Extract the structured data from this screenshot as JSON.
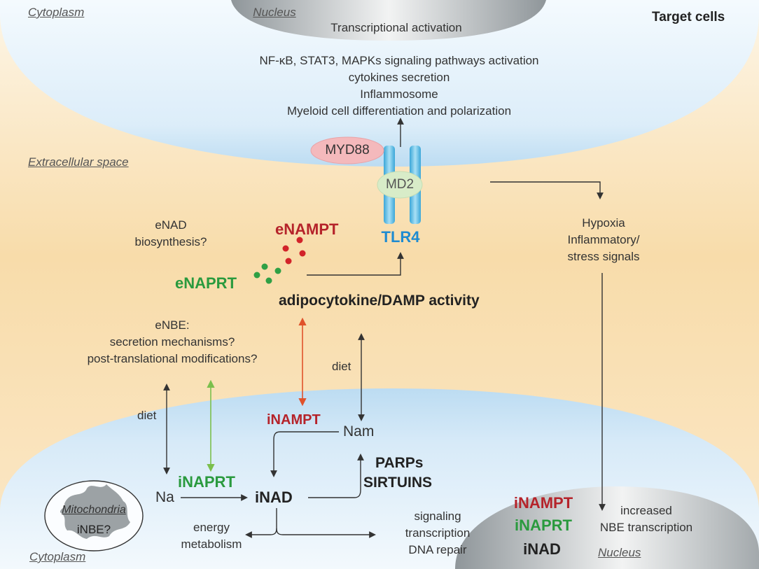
{
  "colors": {
    "background_top": "#fdf3df",
    "background_mid": "#f7d8a6",
    "cell_blue": "#cfe6f6",
    "cell_blue_edge": "#eaf5fc",
    "nucleus_gray": "#9da3a6",
    "red": "#b5232a",
    "green": "#2a9a3e",
    "blue": "#1e8bd1",
    "tlr4_blue": "#55bde6",
    "md2_green": "#d6ebc6",
    "myd88_pink": "#f3b8bb",
    "orange_arrow": "#e0522b",
    "green_arrow": "#7bbf4c"
  },
  "labels": {
    "cytoplasm_top": "Cytoplasm",
    "nucleus_top": "Nucleus",
    "transcriptional_activation": "Transcriptional activation",
    "target_cells": "Target cells",
    "signaling_lines": [
      "NF-κB, STAT3, MAPKs signaling pathways activation",
      "cytokines secretion",
      "Inflammosome",
      "Myeloid cell differentiation and polarization"
    ],
    "myd88": "MYD88",
    "md2": "MD2",
    "tlr4": "TLR4",
    "extracellular_space": "Extracellular space",
    "enad_biosynthesis": [
      "eNAD",
      "biosynthesis?"
    ],
    "enampt": "eNAMPT",
    "enaprt": "eNAPRT",
    "hypoxia_signals": [
      "Hypoxia",
      "Inflammatory/",
      "stress signals"
    ],
    "adipocytokine": "adipocytokine/DAMP activity",
    "enbe_questions": [
      "eNBE:",
      "secretion mechanisms?",
      "post-translational modifications?"
    ],
    "diet_left": "diet",
    "diet_right": "diet",
    "inampt": "iNAMPT",
    "nam": "Nam",
    "parps": "PARPs",
    "sirtuins": "SIRTUINS",
    "inaprt": "iNAPRT",
    "na": "Na",
    "inad": "iNAD",
    "mitochondria": "Mitochondria",
    "inbe": "iNBE?",
    "energy_metabolism": [
      "energy",
      "metabolism"
    ],
    "signaling_transcription": [
      "signaling",
      "transcription",
      "DNA repair"
    ],
    "cytoplasm_bottom": "Cytoplasm",
    "nucleus_bottom": "Nucleus",
    "nucleus_inampt": "iNAMPT",
    "nucleus_inaprt": "iNAPRT",
    "nucleus_inad": "iNAD",
    "increased_nbe": [
      "increased",
      "NBE transcription"
    ]
  }
}
